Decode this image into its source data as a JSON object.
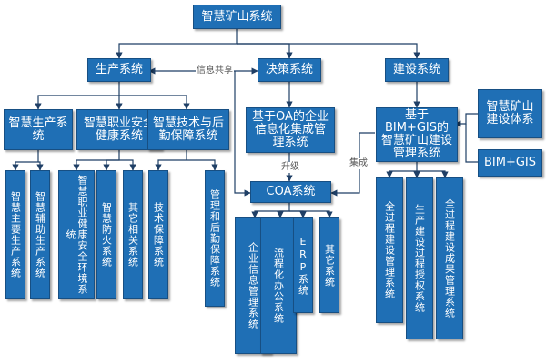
{
  "colors": {
    "box": "#1f6fb5",
    "line": "#1f3f66"
  },
  "nodes": {
    "root": "智慧矿山系统",
    "production": "生产系统",
    "decision": "决策系统",
    "construction": "建设系统",
    "smart_prod": "智慧生产系统",
    "safety_health": "智慧职业安全健康系统",
    "tech_logistics": "智慧技术与后勤保障系统",
    "main_prod": "智慧主要生产系统",
    "aux_prod": "智慧辅助生产系统",
    "occ_safety_env": "智慧职业健康安全环境系统",
    "fire": "智慧防火系统",
    "other_related": "其它相关系统",
    "tech_support": "技术保障系统",
    "mgmt_logistics": "管理和后勤保障系统",
    "oa": "基于OA的企业信息化集成管理系统",
    "coa": "COA系统",
    "ent_info": "企业信息管理系统",
    "workflow": "流程化办公系统",
    "erp": "ERP系统",
    "other": "其它系统",
    "bim_gis_mine": "基于BIM+GIS的智慧矿山建设管理系统",
    "mine_build_sys": "智慧矿山建设体系",
    "bim_gis": "BIM+GIS",
    "whole_build": "全过程建设管理系统",
    "prod_build_auth": "生产建设过程授权系统",
    "whole_build_result": "全过程建设成果管理系统"
  },
  "edge_labels": {
    "info_share": "信息共享",
    "upgrade": "升级",
    "integrate": "集成"
  }
}
